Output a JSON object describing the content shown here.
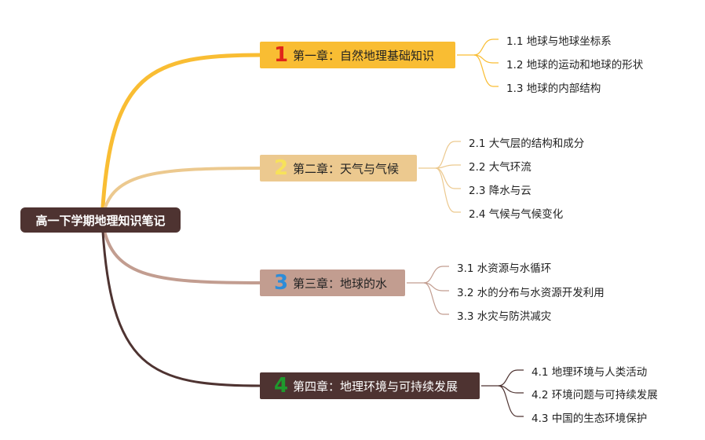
{
  "root": {
    "label": "高一下学期地理知识笔记",
    "color": "#4e3331"
  },
  "chapters": [
    {
      "num": "1",
      "label": "第一章：自然地理基础知识",
      "color": "#f9bd33",
      "num_color": "#e0261a",
      "text_color": "#222222",
      "topics": [
        "1.1 地球与地球坐标系",
        "1.2 地球的运动和地球的形状",
        "1.3 地球的内部结构"
      ]
    },
    {
      "num": "2",
      "label": "第二章：天气与气候",
      "color": "#ecc98f",
      "num_color": "#f7e25a",
      "text_color": "#222222",
      "topics": [
        "2.1 大气层的结构和成分",
        "2.2 大气环流",
        "2.3 降水与云",
        "2.4 气候与气候变化"
      ]
    },
    {
      "num": "3",
      "label": "第三章：地球的水",
      "color": "#c29d90",
      "num_color": "#2d8cd8",
      "text_color": "#222222",
      "topics": [
        "3.1 水资源与水循环",
        "3.2 水的分布与水资源开发利用",
        "3.3 水灾与防洪减灾"
      ]
    },
    {
      "num": "4",
      "label": "第四章：地理环境与可持续发展",
      "color": "#4e3331",
      "num_color": "#1f9a2d",
      "text_color": "#ffffff",
      "topics": [
        "4.1 地理环境与人类活动",
        "4.2 环境问题与可持续发展",
        "4.3 中国的生态环境保护"
      ]
    }
  ]
}
